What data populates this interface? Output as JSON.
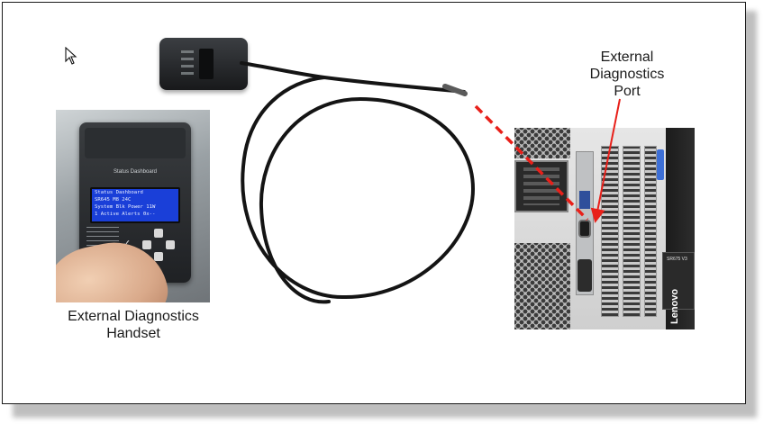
{
  "labels": {
    "handset_line1": "External Diagnostics",
    "handset_line2": "Handset",
    "port_line1": "External",
    "port_line2": "Diagnostics",
    "port_line3": "Port"
  },
  "handset_screen": {
    "line1": "Status Dashboard",
    "line2": "SR645 M8      24C",
    "line3": "System Blk Power  11W",
    "line4": "1 Active Alerts  0x--"
  },
  "handset_panel_title": "Status Dashboard",
  "server_logo": "Lenovo",
  "server_tag": "SR675 V3",
  "colors": {
    "callout_dashed": "#e8201a",
    "callout_arrow": "#e8201a",
    "cable": "#141414",
    "frame_border": "#1a1a1a"
  },
  "icons": {
    "cursor": "mouse-pointer-icon"
  }
}
